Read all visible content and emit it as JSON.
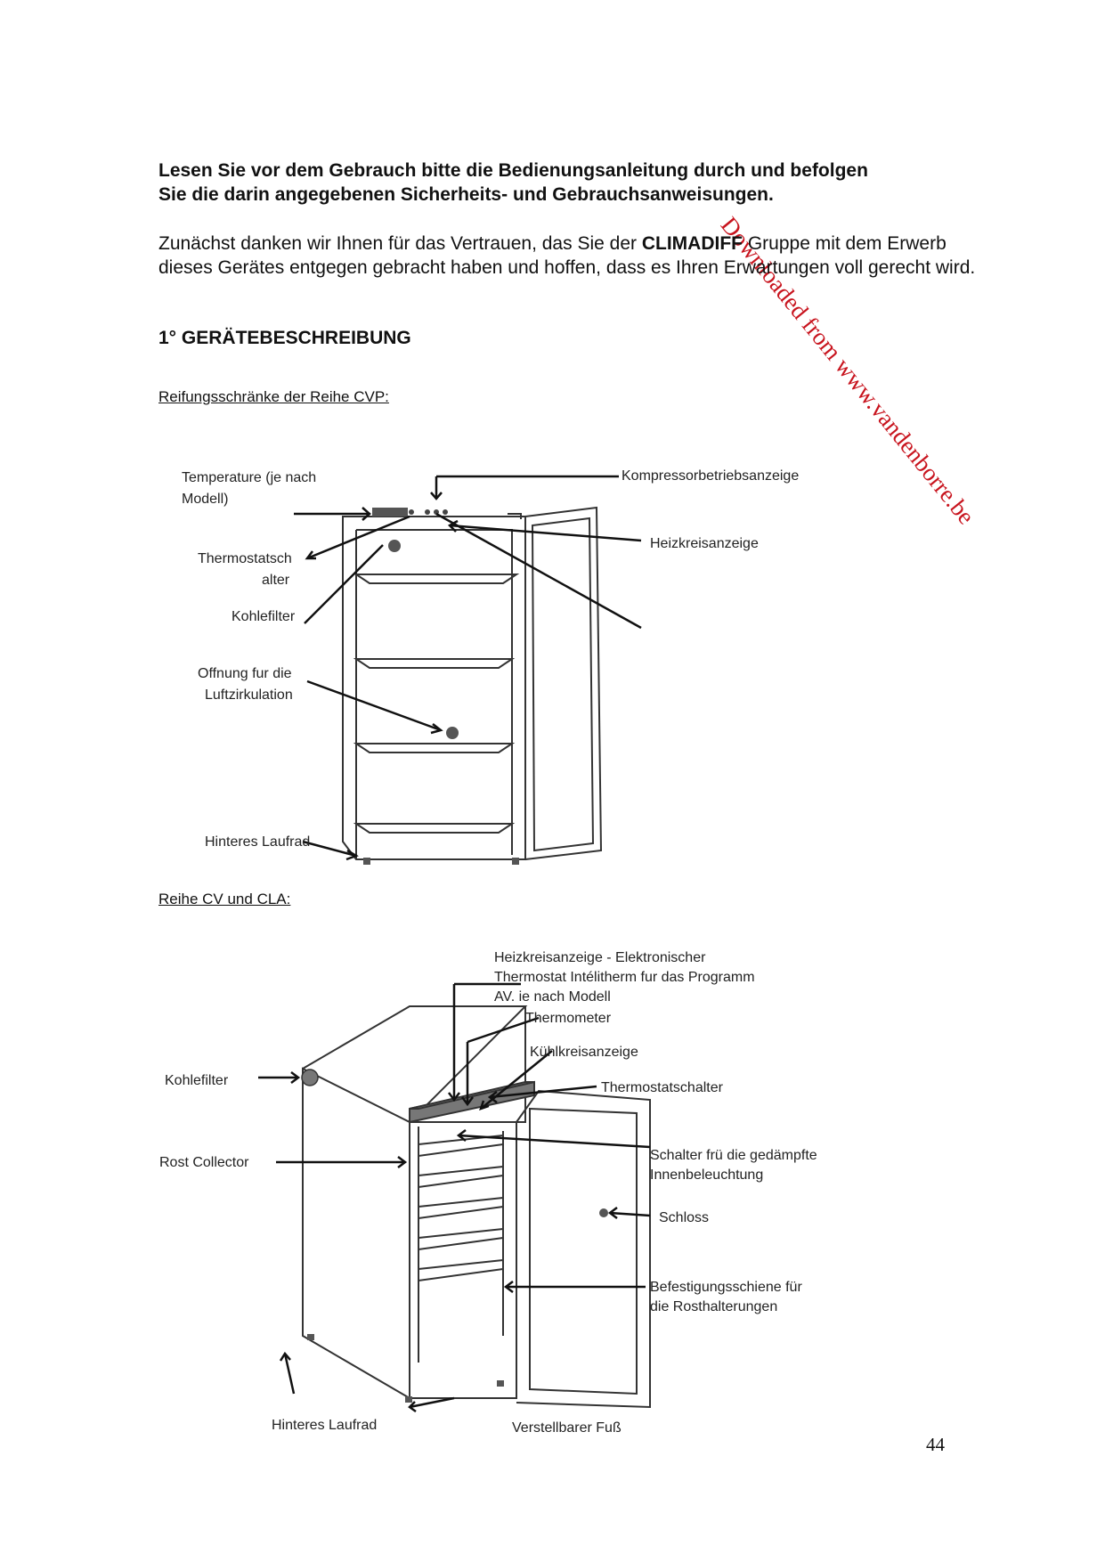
{
  "watermark": "Downloaded from www.vandenborre.be",
  "intro": {
    "bold_line_1": "Lesen Sie vor dem Gebrauch bitte die Bedienungsanleitung durch und befolgen",
    "bold_line_2": "Sie die darin angegebenen Sicherheits- und Gebrauchsanweisungen.",
    "para_before_brand": "Zunächst danken wir Ihnen für das Vertrauen, das Sie der",
    "brand": "CLIMADIFF",
    "para_after_brand": "Gruppe mit dem Erwerb dieses Gerätes entgegen gebracht haben und hoffen, dass es Ihren Erwartungen voll gerecht wird."
  },
  "section_heading": "1° GERÄTEBESCHREIBUNG",
  "cvp": {
    "heading": "Reifungsschränke der Reihe CVP:",
    "labels": {
      "temperature_1": "Temperature (je nach",
      "temperature_2": "Modell)",
      "compressor": "Kompressorbetriebsanzeige",
      "thermostat_1": "Thermostatsch",
      "thermostat_2": "alter",
      "heating": "Heizkreisanzeige",
      "carbon_filter": "Kohlefilter",
      "air_opening_1": "Offnung fur die",
      "air_opening_2": "Luftzirkulation",
      "rear_wheel": "Hinteres Laufrad"
    }
  },
  "cv_cla": {
    "heading": "Reihe CV und CLA:",
    "labels": {
      "heating_1": "Heizkreisanzeige - Elektronischer",
      "heating_2": "Thermostat Intélitherm fur das Programm",
      "heating_3": "AV. ie nach Modell",
      "thermometer": "Thermometer",
      "cooling": "Kühlkreisanzeige",
      "carbon_filter": "Kohlefilter",
      "thermostat_switch": "Thermostatschalter",
      "light_switch_1": "Schalter frü die gedämpfte",
      "light_switch_2": "Innenbeleuchtung",
      "rack": "Rost Collector",
      "lock": "Schloss",
      "rail_1": "Befestigungsschiene für",
      "rail_2": "die Rosthalterungen",
      "rear_wheel": "Hinteres Laufrad",
      "adjustable_foot": "Verstellbarer Fuß"
    }
  },
  "page_number": "44"
}
